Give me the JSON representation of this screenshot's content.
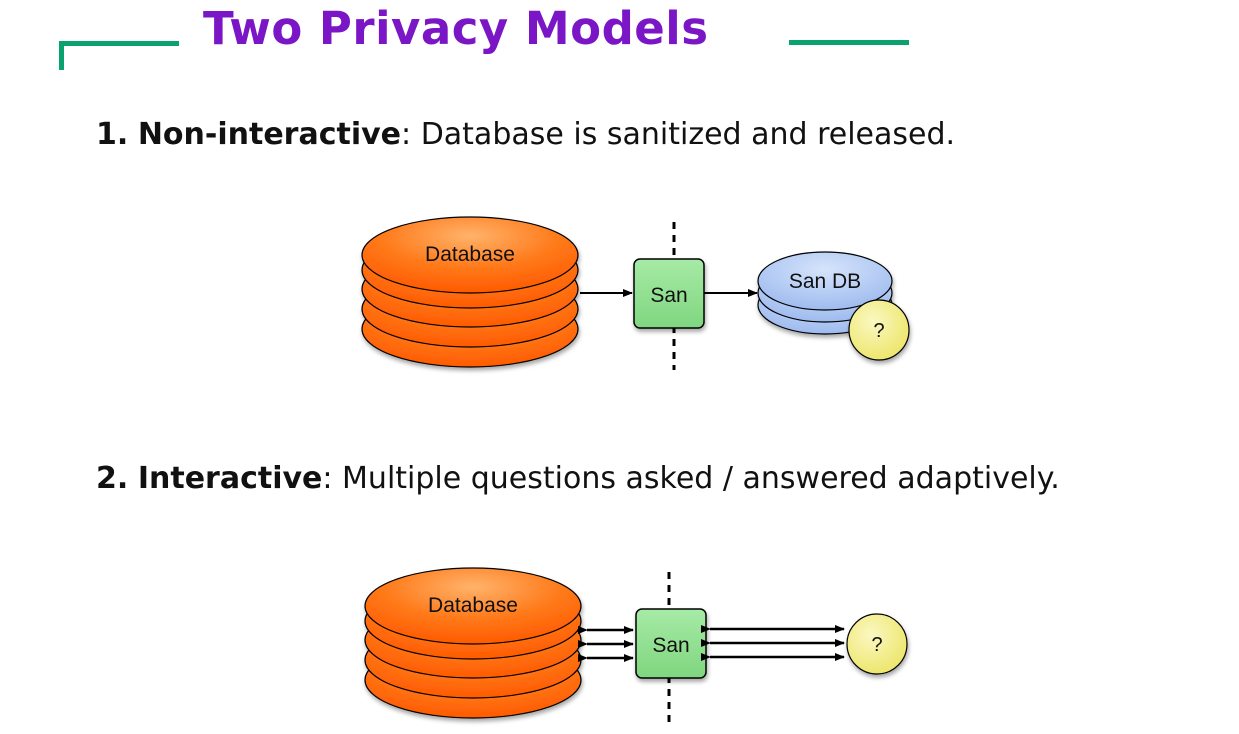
{
  "title": "Two Privacy Models",
  "colors": {
    "title": "#7b16c6",
    "rule": "#0aa36f",
    "database_fill": "#ff6a10",
    "san_fill": "#8fe08f",
    "san_db_fill": "#a9c3f2",
    "query_fill": "#f5f08a"
  },
  "items": [
    {
      "number": "1.",
      "term": "Non-interactive",
      "separator": ":",
      "description": "Database is sanitized and released.",
      "diagram": {
        "database_label": "Database",
        "sanitizer_label": "San",
        "output_label": "San DB",
        "query_label": "?"
      }
    },
    {
      "number": "2.",
      "term": "Interactive",
      "separator": ":",
      "description": "Multiple questions asked / answered adaptively.",
      "diagram": {
        "database_label": "Database",
        "sanitizer_label": "San",
        "query_label": "?"
      }
    }
  ]
}
